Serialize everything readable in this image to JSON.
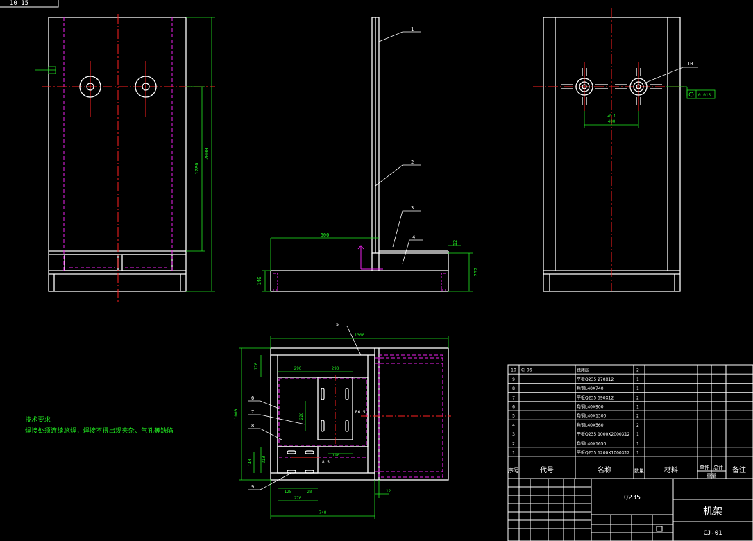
{
  "colors": {
    "background": "#000000",
    "outline": "#ffffff",
    "dimension": "#22ee22",
    "centerline": "#ff2020",
    "hidden": "#ee22ee"
  },
  "corner_tag": "10 15",
  "tech_notes": {
    "title": "技术要求",
    "line1": "焊接处须连续施焊，焊接不得出现夹杂、气孔等缺陷"
  },
  "dimensions": {
    "front_height_overall": "2000",
    "front_height_upper": "1280",
    "side_base_length": "600",
    "side_base_height": "140",
    "side_base_offset": "12",
    "side_base_total": "252",
    "rear_spacing": "400",
    "rear_tolerance": "±0.1",
    "rear_flatness": "0.015",
    "plan_width": "1300",
    "plan_depth": "1000",
    "plan_top_gap": "170",
    "plan_col_a": "290",
    "plan_col_b": "290",
    "plan_mid": "220",
    "plan_inner": "190",
    "plan_left_low": "210",
    "plan_left_low2": "140",
    "plan_small_a": "125",
    "plan_small_b": "20",
    "plan_small_c": "270",
    "plan_bottom": "740",
    "plan_right_gap": "12",
    "plan_hole": "R6.5",
    "plan_hole2": "8.5"
  },
  "balloons": {
    "side": [
      "1",
      "2",
      "3",
      "4"
    ],
    "rear": [
      "10"
    ],
    "plan": [
      "5",
      "6",
      "7",
      "8",
      "9"
    ]
  },
  "bom": {
    "rows": [
      {
        "no": "10",
        "code": "CJ-06",
        "name": "铣床底",
        "qty": "2"
      },
      {
        "no": "9",
        "code": "",
        "name": "平板Q235 270X12",
        "qty": "1"
      },
      {
        "no": "8",
        "code": "",
        "name": "角钢L40X740",
        "qty": "1"
      },
      {
        "no": "7",
        "code": "",
        "name": "平板Q235 590X12",
        "qty": "2"
      },
      {
        "no": "6",
        "code": "",
        "name": "角钢L40X900",
        "qty": "1"
      },
      {
        "no": "5",
        "code": "",
        "name": "角钢L40X1300",
        "qty": "2"
      },
      {
        "no": "4",
        "code": "",
        "name": "角钢L40X560",
        "qty": "2"
      },
      {
        "no": "3",
        "code": "",
        "name": "平板Q235 1000X2000X12",
        "qty": "1"
      },
      {
        "no": "2",
        "code": "",
        "name": "角钢L40X1650",
        "qty": "1"
      },
      {
        "no": "1",
        "code": "",
        "name": "平板Q235 1200X1000X12",
        "qty": "1"
      }
    ],
    "headers": {
      "no": "序号",
      "code": "代号",
      "name": "名称",
      "qty": "数量",
      "material": "材料",
      "unit_weight": "单件",
      "total_weight": "总计",
      "weight": "重量",
      "remark": "备注"
    }
  },
  "title_block": {
    "material": "Q235",
    "drawing_name": "机架",
    "drawing_number": "CJ-01"
  }
}
